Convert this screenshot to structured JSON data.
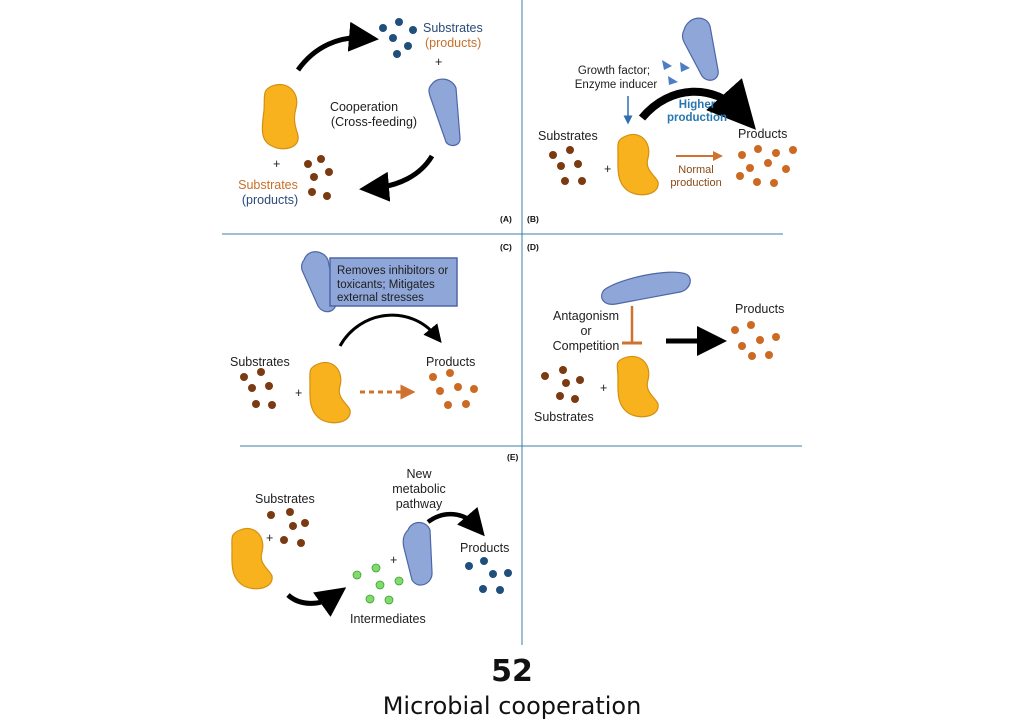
{
  "panels": {
    "a": {
      "id_label": "(A)",
      "center_line1": "Cooperation",
      "center_line2": "(Cross-feeding)",
      "top_substrates": "Substrates",
      "top_products": "(products)",
      "plus_top": "+",
      "plus_bottom": "+",
      "bottom_substrates": "Substrates",
      "bottom_products": "(products)"
    },
    "b": {
      "id_label": "(B)",
      "inducer_line1": "Growth factor;",
      "inducer_line2": "Enzyme inducer",
      "higher_line1": "Higher",
      "higher_line2": "production",
      "products": "Products",
      "substrates": "Substrates",
      "plus": "+",
      "normal_line1": "Normal",
      "normal_line2": "production"
    },
    "c": {
      "id_label": "(C)",
      "box_line1": "Removes inhibitors or",
      "box_line2": "toxicants; Mitigates",
      "box_line3": "external stresses",
      "substrates": "Substrates",
      "products": "Products",
      "plus": "+"
    },
    "d": {
      "id_label": "(D)",
      "antag_line1": "Antagonism",
      "antag_line2": "or",
      "antag_line3": "Competition",
      "products": "Products",
      "substrates": "Substrates",
      "plus": "+"
    },
    "e": {
      "id_label": "(E)",
      "new_line1": "New",
      "new_line2": "metabolic",
      "new_line3": "pathway",
      "substrates": "Substrates",
      "products": "Products",
      "intermediates": "Intermediates",
      "plus1": "+",
      "plus2": "+"
    }
  },
  "footer": {
    "number": "52",
    "title": "Microbial cooperation"
  },
  "colors": {
    "yellow_cell": "#f7b21e",
    "yellow_stroke": "#d48f10",
    "blue_cell": "#8fa6d8",
    "blue_stroke": "#4e66a6",
    "brown_dot": "#7a3b12",
    "orange_dot": "#cc6a24",
    "navy_dot": "#1f4f7a",
    "green_dot": "#7fdc6a",
    "divider": "#3b82a8"
  }
}
